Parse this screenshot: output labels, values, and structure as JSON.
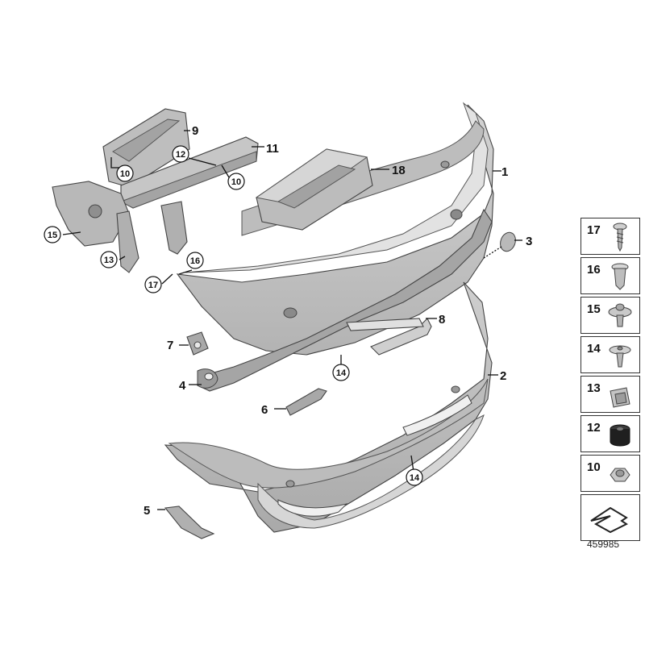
{
  "callouts": {
    "c1": "1",
    "c2": "2",
    "c3": "3",
    "c4": "4",
    "c5": "5",
    "c6": "6",
    "c7": "7",
    "c8": "8",
    "c9": "9",
    "c10a": "10",
    "c10b": "10",
    "c11": "11",
    "c12": "12",
    "c13": "13",
    "c14a": "14",
    "c14b": "14",
    "c15": "15",
    "c16": "16",
    "c17": "17",
    "c18": "18"
  },
  "legend": [
    "17",
    "16",
    "15",
    "14",
    "13",
    "12",
    "10"
  ],
  "reference_number": "459985",
  "colors": {
    "part_fill": "#c8c8c8",
    "part_dark": "#9e9e9e",
    "part_light": "#dedede",
    "line": "#111111"
  }
}
